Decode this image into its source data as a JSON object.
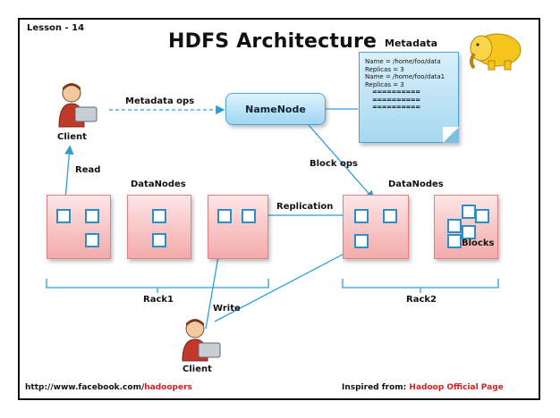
{
  "lesson": "Lesson - 14",
  "title": "HDFS Architecture",
  "metadata": {
    "heading": "Metadata",
    "lines": [
      "Name = /home/foo/data",
      "Replicas = 3",
      "Name = /home/foo/data1",
      "Replicas = 3",
      "==========",
      "==========",
      "=========="
    ]
  },
  "namenode": "NameNode",
  "labels": {
    "metadata_ops": "Metadata ops",
    "client_top": "Client",
    "read": "Read",
    "datanodes_left": "DataNodes",
    "datanodes_right": "DataNodes",
    "block_ops": "Block ops",
    "replication": "Replication",
    "blocks": "Blocks",
    "rack1": "Rack1",
    "rack2": "Rack2",
    "write": "Write",
    "client_bottom": "Client"
  },
  "footer": {
    "url_prefix": "http://www.facebook.com/",
    "url_handle": "hadoopers",
    "inspired_prefix": "Inspired from: ",
    "inspired_source": "Hadoop Official Page"
  },
  "colors": {
    "arrow": "#2b9fd8",
    "datanode": "#f4aaaa",
    "namenode": "#9fd6f3",
    "logo": "#f6c51c",
    "accent_red": "#d42020"
  },
  "icons": [
    "client-icon",
    "hadoop-elephant-icon"
  ]
}
